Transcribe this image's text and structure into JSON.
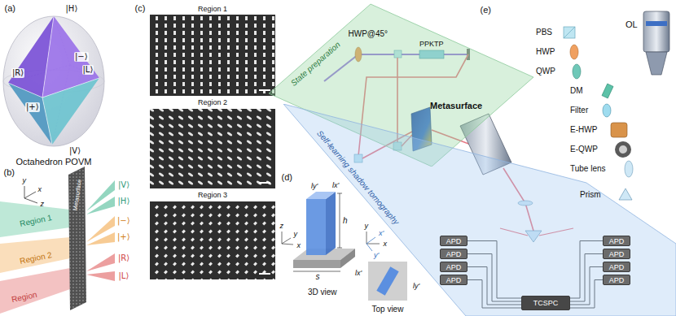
{
  "diagram": {
    "nodes": [
      {
        "text": [
          "State preparation"
        ]
      },
      {
        "text": [
          "Self-learning shadow tomography"
        ]
      },
      {
        "text": [
          "APD"
        ],
        "in": 1
      },
      {
        "text": [
          "APD"
        ],
        "in": 1
      },
      {
        "text": [
          "APD"
        ],
        "in": 1
      },
      {
        "text": [
          "APD"
        ],
        "in": 1
      },
      {
        "text": [
          "APD"
        ],
        "in": 1
      },
      {
        "text": [
          "APD"
        ],
        "in": 1
      },
      {
        "text": [
          "APD"
        ],
        "in": 1
      },
      {
        "text": [
          "APD"
        ],
        "in": 1
      },
      {
        "text": [
          "TCSPC"
        ],
        "in": 1
      }
    ],
    "edges": [
      {
        "from": 2,
        "to": 10,
        "arrow": "none"
      },
      {
        "from": 3,
        "to": 10,
        "arrow": "none"
      },
      {
        "from": 4,
        "to": 10,
        "arrow": "none"
      },
      {
        "from": 5,
        "to": 10,
        "arrow": "none"
      },
      {
        "from": 6,
        "to": 10,
        "arrow": "none"
      },
      {
        "from": 7,
        "to": 10,
        "arrow": "none"
      },
      {
        "from": 8,
        "to": 10,
        "arrow": "none"
      },
      {
        "from": 9,
        "to": 10,
        "arrow": "none"
      }
    ],
    "labels": [
      "(a)",
      "|H⟩",
      "|R⟩",
      "|−⟩",
      "|L⟩",
      "|+⟩",
      "|V⟩",
      "Octahedron POVM",
      "(b)",
      "y",
      "x",
      "z",
      "Metasurface",
      "|V⟩",
      "|H⟩",
      "|−⟩",
      "|+⟩",
      "|R⟩",
      "|L⟩",
      "Region 1",
      "Region 2",
      "Region",
      "(c)",
      "Region 1",
      "Region 2",
      "Region 3",
      "(d)",
      "ly'",
      "lx'",
      "h",
      "z",
      "y",
      "x",
      "s",
      "3D view",
      "y",
      "x",
      "x'",
      "y'",
      "lx'",
      "ly'",
      "Top view",
      "(e)",
      "HWP@45°",
      "PPKTP",
      "Metasurface"
    ],
    "legend": [
      {
        "text": "PBS"
      },
      {
        "text": "HWP"
      },
      {
        "text": "QWP"
      },
      {
        "text": "OL"
      },
      {
        "text": "DM"
      },
      {
        "text": "Filter"
      },
      {
        "text": "E-HWP"
      },
      {
        "text": "E-QWP"
      },
      {
        "text": "Tube lens"
      },
      {
        "text": "Prism"
      }
    ]
  }
}
